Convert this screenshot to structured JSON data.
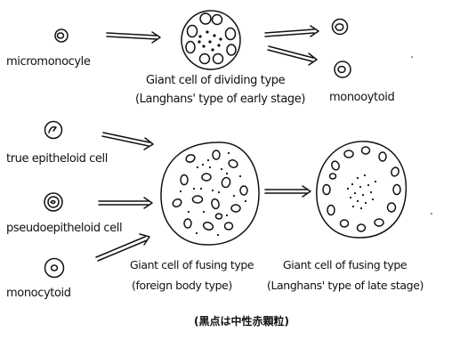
{
  "labels": {
    "micromonocyte": "micromonocyle",
    "dividing_line1": "Giant cell of dividing type",
    "dividing_line2": "(Langhans' type of early stage)",
    "monocytoid_right": "monooytoid",
    "true_epithelioid": "true epitheloid cell",
    "pseudoepithelioid": "pseudoepitheloid cell",
    "monocytoid_left": "monocytoid",
    "fusing_foreign_line1": "Giant cell of fusing type",
    "fusing_foreign_line2": "(foreign body type)",
    "fusing_late_line1": "Giant cell of fusing type",
    "fusing_late_line2": "(Langhans' type of late stage)",
    "footnote": "(黒点は中性赤顆粒)"
  }
}
